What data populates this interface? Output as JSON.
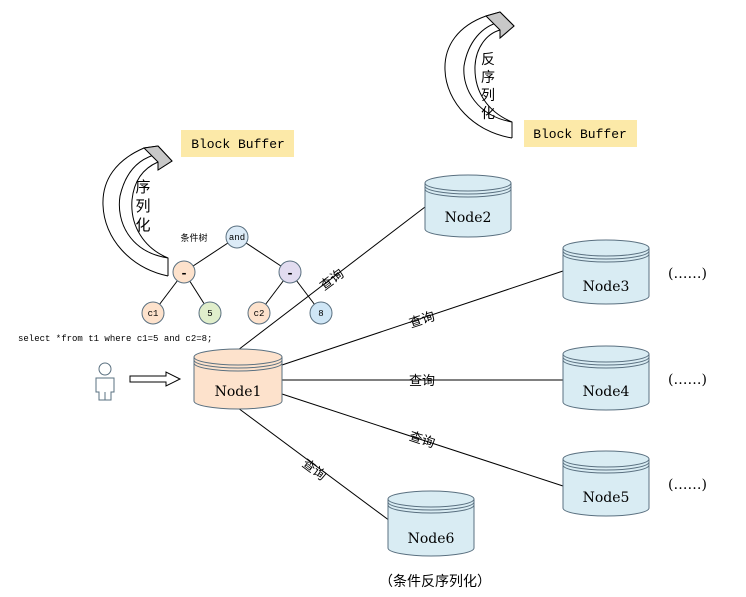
{
  "colors": {
    "line": "#000000",
    "node_fill": "#d9ecf3",
    "node_stroke": "#5a7080",
    "node1_fill": "#fde2cc",
    "buffer_fill": "#fce9a8",
    "arrow_fill": "#ffffff",
    "arrow_shade": "#c8c8c8",
    "tree_minus_left": "#fde2cc",
    "tree_minus_right": "#e2dcf0",
    "tree_c1": "#fde2cc",
    "tree_5": "#e0eecb",
    "tree_c2": "#fde2cc",
    "tree_8": "#cfe6f6",
    "tree_and": "#dcebf7"
  },
  "block_buffer_left": "Block Buffer",
  "block_buffer_right": "Block Buffer",
  "serialize_label": [
    "序",
    "列",
    "化"
  ],
  "deserialize_label": [
    "反",
    "序",
    "列",
    "化"
  ],
  "tree": {
    "title": "条件树",
    "root": "and",
    "op_left": "-",
    "op_right": "-",
    "leaf_c1": "c1",
    "leaf_5": "5",
    "leaf_c2": "c2",
    "leaf_8": "8"
  },
  "sql": "select *from t1 where c1=5 and c2=8;",
  "nodes": {
    "node1": "Node1",
    "node2": "Node2",
    "node3": "Node3",
    "node4": "Node4",
    "node5": "Node5",
    "node6": "Node6"
  },
  "edge_label": "查询",
  "ellipsis": "(……)",
  "caption": "（条件反序列化）",
  "icons": [
    "user-icon",
    "right-arrow-icon",
    "curved-arrow-icon"
  ]
}
